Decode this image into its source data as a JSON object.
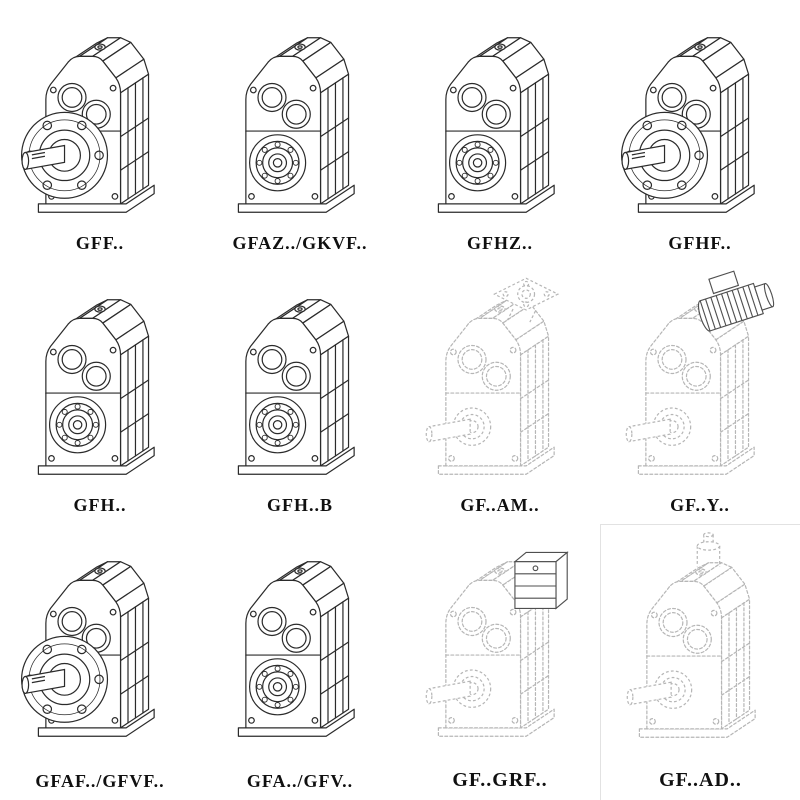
{
  "catalog": {
    "items": [
      {
        "label": "GFF..",
        "variant": "flange-output-solid"
      },
      {
        "label": "GFAZ../GKVF..",
        "variant": "hollow-shaft-solid"
      },
      {
        "label": "GFHZ..",
        "variant": "hollow-shaft-solid"
      },
      {
        "label": "GFHF..",
        "variant": "flange-output-solid"
      },
      {
        "label": "GFH..",
        "variant": "foot-mounted-solid"
      },
      {
        "label": "GFH..B",
        "variant": "foot-mounted-solid"
      },
      {
        "label": "GF..AM..",
        "variant": "input-flange-ghost"
      },
      {
        "label": "GF..Y..",
        "variant": "motor-mounted-ghost"
      },
      {
        "label": "GFAF../GFVF..",
        "variant": "flange-output-solid"
      },
      {
        "label": "GFA../GFV..",
        "variant": "hollow-shaft-solid"
      },
      {
        "label": "GF..GRF..",
        "variant": "adapter-block-ghost"
      },
      {
        "label": "GF..AD..",
        "variant": "input-shaft-ghost"
      }
    ]
  }
}
